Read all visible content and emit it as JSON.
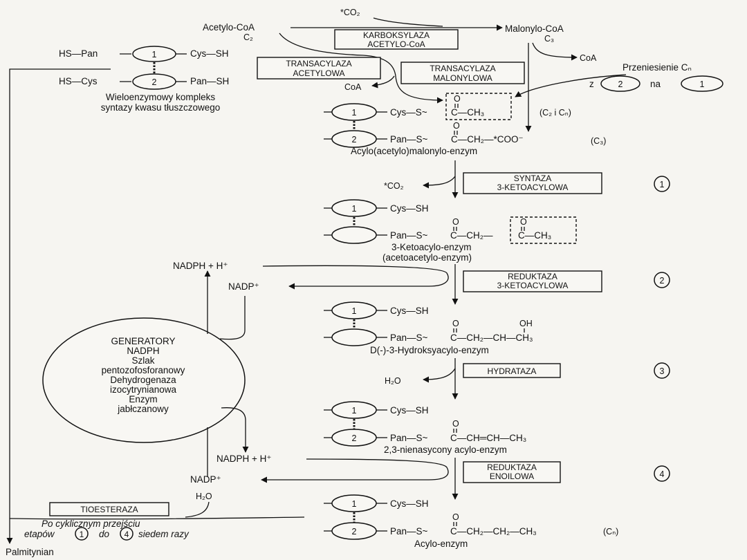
{
  "top": {
    "co2_star": "*CO₂",
    "acetylo_coa": "Acetylo-CoA",
    "c2": "C₂",
    "malonylo_coa": "Malonylo-CoA",
    "c3": "C₃",
    "coa_right": "CoA",
    "coa_left": "CoA",
    "karboksylaza_1": "KARBOKSYLAZA",
    "karboksylaza_2": "ACETYLO-CoA",
    "transacylaza_acet_1": "TRANSACYLAZA",
    "transacylaza_acet_2": "ACETYLOWA",
    "transacylaza_mal_1": "TRANSACYLAZA",
    "transacylaza_mal_2": "MALONYLOWA",
    "przeniesienie": "Przeniesienie Cₙ",
    "z_label": "z",
    "na_label": "na",
    "z_num": "2",
    "na_num": "1"
  },
  "complex": {
    "hs_pan": "HS—Pan",
    "cys_sh": "Cys—SH",
    "hs_cys": "HS—Cys",
    "pan_sh": "Pan—SH",
    "num1": "1",
    "num2": "2",
    "caption_1": "Wieloenzymowy kompleks",
    "caption_2": "syntazy kwasu tłuszczowego"
  },
  "stage0": {
    "row1": "Cys—S~",
    "row1_c": "C—CH₃",
    "o": "O",
    "c2cn": "(C₂ i Cₙ)",
    "row2": "Pan—S~",
    "row2_c": "C—CH₂—*COO⁻",
    "c3": "(C₃)",
    "name": "Acylo(acetylo)malonylo-enzym"
  },
  "step1": {
    "enzyme_1": "SYNTAZA",
    "enzyme_2": "3-KETOACYLOWA",
    "side": "*CO₂",
    "num": "1"
  },
  "stage1": {
    "row1": "Cys—SH",
    "row2": "Pan—S~",
    "row2_c": "C—CH₂—",
    "row2_c2": "C—CH₃",
    "o": "O",
    "name_1": "3-Ketoacylo-enzym",
    "name_2": "(acetoacetylo-enzym)"
  },
  "step2": {
    "enzyme_1": "REDUKTAZA",
    "enzyme_2": "3-KETOACYLOWA",
    "nadph": "NADPH + H⁺",
    "nadp": "NADP⁺",
    "num": "2"
  },
  "stage2": {
    "row1": "Cys—SH",
    "row2": "Pan—S~",
    "row2_c": "C—CH₂—CH—CH₃",
    "o": "O",
    "oh": "OH",
    "name": "D(-)-3-Hydroksyacylo-enzym"
  },
  "step3": {
    "enzyme": "HYDRATAZA",
    "side": "H₂O",
    "num": "3"
  },
  "stage3": {
    "row1": "Cys—SH",
    "row2": "Pan—S~",
    "row2_c": "C—CH═CH—CH₃",
    "o": "O",
    "name": "2,3-nienasycony acylo-enzym"
  },
  "step4": {
    "enzyme_1": "REDUKTAZA",
    "enzyme_2": "ENOILOWA",
    "nadph": "NADPH + H⁺",
    "nadp": "NADP⁺",
    "num": "4"
  },
  "stage4": {
    "row1": "Cys—SH",
    "row2": "Pan—S~",
    "row2_c": "C—CH₂—CH₂—CH₃",
    "o": "O",
    "cn": "(Cₙ)",
    "name": "Acylo-enzym"
  },
  "generator": {
    "l1": "GENERATORY",
    "l2": "NADPH",
    "l3": "Szlak",
    "l4": "pentozofosforanowy",
    "l5": "Dehydrogenaza",
    "l6": "izocytrynianowa",
    "l7": "Enzym",
    "l8": "jabłczanowy"
  },
  "bottom": {
    "tioesteraza": "TIOESTERAZA",
    "h2o": "H₂O",
    "cycle_1": "Po cyklicznym przejściu",
    "cycle_2a": "etapów",
    "cycle_2b": "do",
    "cycle_2c": "siedem razy",
    "cycle_n1": "1",
    "cycle_n4": "4",
    "product": "Palmitynian"
  }
}
